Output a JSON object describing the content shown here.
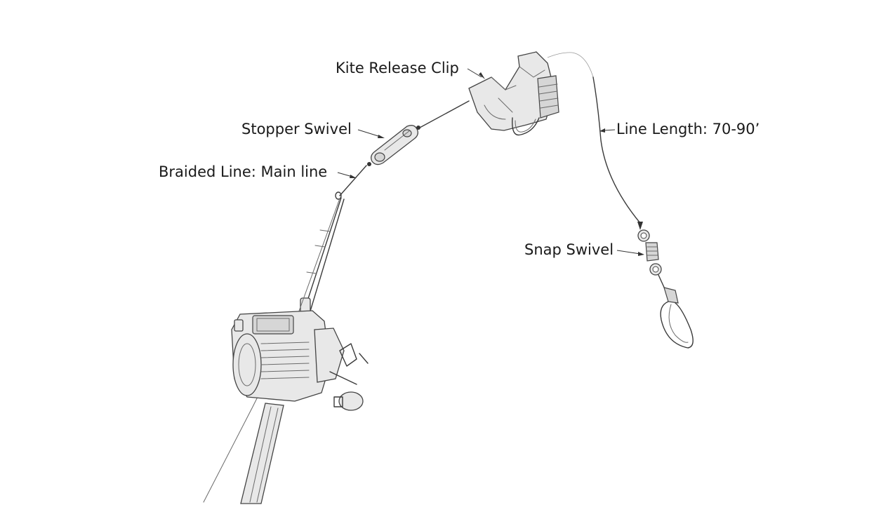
{
  "labels": {
    "kite_release_clip": "Kite Release Clip",
    "stopper_swivel": "Stopper Swivel",
    "braided_line": "Braided Line: Main line",
    "line_length": "Line Length: 70-90’",
    "snap_swivel": "Snap Swivel"
  }
}
